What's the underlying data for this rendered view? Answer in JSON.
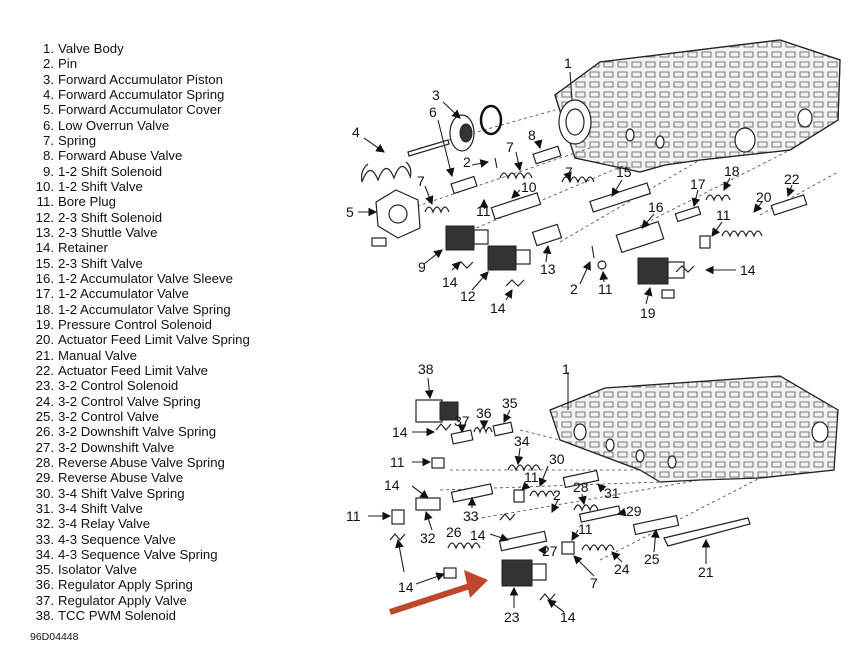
{
  "legend": [
    {
      "num": "1.",
      "label": "Valve Body"
    },
    {
      "num": "2.",
      "label": "Pin"
    },
    {
      "num": "3.",
      "label": "Forward Accumulator Piston"
    },
    {
      "num": "4.",
      "label": "Forward Accumulator Spring"
    },
    {
      "num": "5.",
      "label": "Forward Accumulator Cover"
    },
    {
      "num": "6.",
      "label": "Low Overrun Valve"
    },
    {
      "num": "7.",
      "label": "Spring"
    },
    {
      "num": "8.",
      "label": "Forward Abuse Valve"
    },
    {
      "num": "9.",
      "label": "1-2 Shift Solenoid"
    },
    {
      "num": "10.",
      "label": "1-2 Shift Valve"
    },
    {
      "num": "11.",
      "label": "Bore Plug"
    },
    {
      "num": "12.",
      "label": "2-3 Shift Solenoid"
    },
    {
      "num": "13.",
      "label": "2-3 Shuttle Valve"
    },
    {
      "num": "14.",
      "label": "Retainer"
    },
    {
      "num": "15.",
      "label": "2-3 Shift Valve"
    },
    {
      "num": "16.",
      "label": "1-2 Accumulator Valve Sleeve"
    },
    {
      "num": "17.",
      "label": "1-2 Accumulator Valve"
    },
    {
      "num": "18.",
      "label": "1-2 Accumulator Valve Spring"
    },
    {
      "num": "19.",
      "label": "Pressure Control Solenoid"
    },
    {
      "num": "20.",
      "label": "Actuator Feed Limit Valve Spring"
    },
    {
      "num": "21.",
      "label": "Manual Valve"
    },
    {
      "num": "22.",
      "label": "Actuator Feed Limit Valve"
    },
    {
      "num": "23.",
      "label": "3-2 Control Solenoid"
    },
    {
      "num": "24.",
      "label": "3-2 Control Valve Spring"
    },
    {
      "num": "25.",
      "label": "3-2 Control Valve"
    },
    {
      "num": "26.",
      "label": "3-2 Downshift Valve Spring"
    },
    {
      "num": "27.",
      "label": "3-2 Downshift Valve"
    },
    {
      "num": "28.",
      "label": "Reverse Abuse Valve Spring"
    },
    {
      "num": "29.",
      "label": "Reverse Abuse Valve"
    },
    {
      "num": "30.",
      "label": "3-4 Shift Valve Spring"
    },
    {
      "num": "31.",
      "label": "3-4 Shift Valve"
    },
    {
      "num": "32.",
      "label": "3-4 Relay Valve"
    },
    {
      "num": "33.",
      "label": "4-3 Sequence Valve"
    },
    {
      "num": "34.",
      "label": "4-3 Sequence Valve Spring"
    },
    {
      "num": "35.",
      "label": "Isolator Valve"
    },
    {
      "num": "36.",
      "label": "Regulator Apply Spring"
    },
    {
      "num": "37.",
      "label": "Regulator Apply Valve"
    },
    {
      "num": "38.",
      "label": "TCC PWM Solenoid"
    }
  ],
  "figure_code": "96D04448",
  "callouts_top": {
    "c1": "1",
    "c2a": "2",
    "c2b": "2",
    "c3": "3",
    "c4": "4",
    "c5": "5",
    "c6": "6",
    "c7a": "7",
    "c7b": "7",
    "c7c": "7",
    "c8": "8",
    "c9": "9",
    "c10": "10",
    "c11a": "11",
    "c11b": "11",
    "c11c": "11",
    "c12": "12",
    "c13": "13",
    "c14a": "14",
    "c14b": "14",
    "c14c": "14",
    "c15": "15",
    "c16": "16",
    "c17": "17",
    "c18": "18",
    "c19": "19",
    "c20": "20",
    "c22": "22"
  },
  "callouts_bottom": {
    "c38": "38",
    "c1": "1",
    "c37": "37",
    "c36": "36",
    "c35": "35",
    "c14a": "14",
    "c14b": "14",
    "c14c": "14",
    "c14d": "14",
    "c14e": "14",
    "c34": "34",
    "c11a": "11",
    "c11b": "11",
    "c11c": "11",
    "c11d": "11",
    "c30": "30",
    "c2": "2",
    "c28": "28",
    "c31": "31",
    "c33": "33",
    "c29": "29",
    "c32": "32",
    "c26": "26",
    "c27": "27",
    "c7": "7",
    "c24": "24",
    "c25": "25",
    "c21": "21",
    "c23": "23"
  },
  "colors": {
    "highlight_arrow": "#c0462a"
  }
}
